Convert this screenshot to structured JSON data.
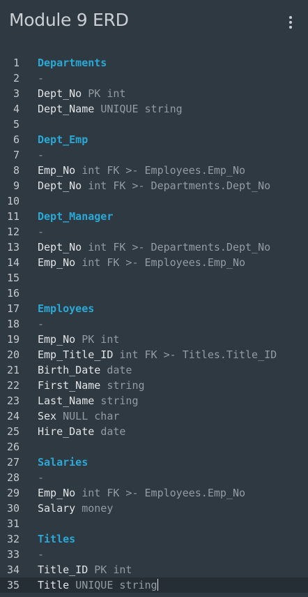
{
  "header": {
    "title": "Module 9 ERD",
    "menu_icon": "more-vert-icon"
  },
  "colors": {
    "background": "#2f3941",
    "table_name": "#2aa9d6",
    "column_name": "#e1e5e8",
    "type_text": "#939ba3"
  },
  "lines": [
    {
      "n": "1",
      "kind": "table",
      "text": "Departments"
    },
    {
      "n": "2",
      "kind": "dash",
      "text": "-"
    },
    {
      "n": "3",
      "kind": "column",
      "name": "Dept_No",
      "spec": "PK int"
    },
    {
      "n": "4",
      "kind": "column",
      "name": "Dept_Name",
      "spec": "UNIQUE string"
    },
    {
      "n": "5",
      "kind": "blank"
    },
    {
      "n": "6",
      "kind": "table",
      "text": "Dept_Emp"
    },
    {
      "n": "7",
      "kind": "dash",
      "text": "-"
    },
    {
      "n": "8",
      "kind": "column",
      "name": "Emp_No",
      "spec": "int FK >- Employees.Emp_No"
    },
    {
      "n": "9",
      "kind": "column",
      "name": "Dept_No",
      "spec": "int FK >- Departments.Dept_No"
    },
    {
      "n": "10",
      "kind": "blank"
    },
    {
      "n": "11",
      "kind": "table",
      "text": "Dept_Manager"
    },
    {
      "n": "12",
      "kind": "dash",
      "text": "-"
    },
    {
      "n": "13",
      "kind": "column",
      "name": "Dept_No",
      "spec": "int FK >- Departments.Dept_No"
    },
    {
      "n": "14",
      "kind": "column",
      "name": "Emp_No",
      "spec": "int FK >- Employees.Emp_No"
    },
    {
      "n": "15",
      "kind": "blank"
    },
    {
      "n": "16",
      "kind": "blank"
    },
    {
      "n": "17",
      "kind": "table",
      "text": "Employees"
    },
    {
      "n": "18",
      "kind": "dash",
      "text": "-"
    },
    {
      "n": "19",
      "kind": "column",
      "name": "Emp_No",
      "spec": "PK int"
    },
    {
      "n": "20",
      "kind": "column",
      "name": "Emp_Title_ID",
      "spec": "int FK >- Titles.Title_ID"
    },
    {
      "n": "21",
      "kind": "column",
      "name": "Birth_Date",
      "spec": "date"
    },
    {
      "n": "22",
      "kind": "column",
      "name": "First_Name",
      "spec": "string"
    },
    {
      "n": "23",
      "kind": "column",
      "name": "Last_Name",
      "spec": "string"
    },
    {
      "n": "24",
      "kind": "column",
      "name": "Sex",
      "spec": "NULL char"
    },
    {
      "n": "25",
      "kind": "column",
      "name": "Hire_Date",
      "spec": "date"
    },
    {
      "n": "26",
      "kind": "blank"
    },
    {
      "n": "27",
      "kind": "table",
      "text": "Salaries"
    },
    {
      "n": "28",
      "kind": "dash",
      "text": "-"
    },
    {
      "n": "29",
      "kind": "column",
      "name": "Emp_No",
      "spec": "int FK >- Employees.Emp_No"
    },
    {
      "n": "30",
      "kind": "column",
      "name": "Salary",
      "spec": "money"
    },
    {
      "n": "31",
      "kind": "blank"
    },
    {
      "n": "32",
      "kind": "table",
      "text": "Titles"
    },
    {
      "n": "33",
      "kind": "dash",
      "text": "-"
    },
    {
      "n": "34",
      "kind": "column",
      "name": "Title_ID",
      "spec": "PK int"
    },
    {
      "n": "35",
      "kind": "column",
      "name": "Title",
      "spec": "UNIQUE string",
      "current": true
    }
  ]
}
